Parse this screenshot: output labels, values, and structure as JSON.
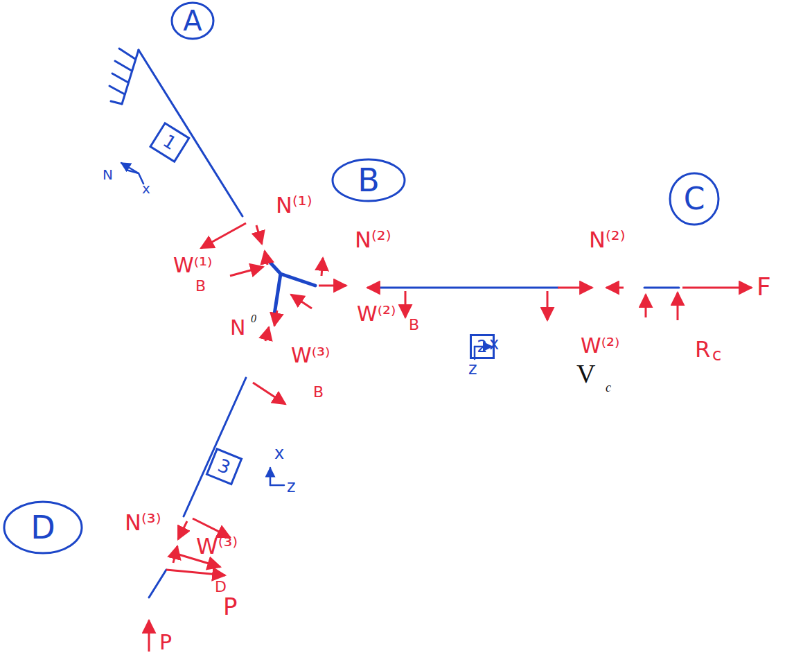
{
  "diagram": {
    "nodes": [
      {
        "text": [
          "A"
        ]
      },
      {
        "text": [
          "1"
        ]
      },
      {
        "text": [
          "B"
        ]
      },
      {
        "text": [
          "C"
        ]
      },
      {
        "text": [
          "2"
        ]
      },
      {
        "text": [
          "3"
        ]
      },
      {
        "text": [
          "D"
        ]
      }
    ],
    "labels": [
      "N",
      "x",
      "N⁽¹⁾",
      "W⁽¹⁾",
      "B",
      "N⁽²⁾",
      "W⁽²⁾",
      "B",
      "x",
      "z",
      "N⁽²⁾",
      "W⁽²⁾",
      "V",
      "c",
      "R",
      "c",
      "F",
      "N",
      "0",
      "W⁽³⁾",
      "B",
      "x",
      "z",
      "N⁽³⁾",
      "W⁽³⁾",
      "D",
      "P",
      "P"
    ]
  }
}
